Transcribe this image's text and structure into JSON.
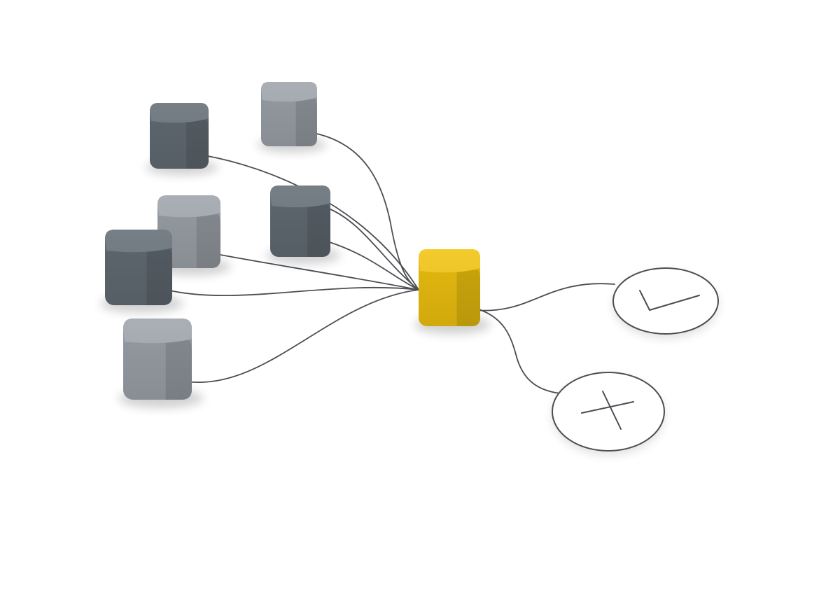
{
  "colors": {
    "background": "#ffffff",
    "connector": "#4a4d52",
    "hub_cube": "#f2c40f",
    "dark_cube": "#636c75",
    "light_cube": "#9da4ab",
    "outcome_ring": "#4a4d52"
  },
  "diagram": {
    "hub": {
      "name": "hub-cube",
      "shade": "hub"
    },
    "sources": [
      {
        "name": "source-cube-1",
        "shade": "dark"
      },
      {
        "name": "source-cube-2",
        "shade": "light"
      },
      {
        "name": "source-cube-3",
        "shade": "light"
      },
      {
        "name": "source-cube-4",
        "shade": "dark"
      },
      {
        "name": "source-cube-5",
        "shade": "dark"
      },
      {
        "name": "source-cube-6",
        "shade": "light"
      }
    ],
    "outcomes": [
      {
        "name": "success-outcome",
        "icon": "check-icon"
      },
      {
        "name": "failure-outcome",
        "icon": "cross-icon"
      }
    ]
  }
}
